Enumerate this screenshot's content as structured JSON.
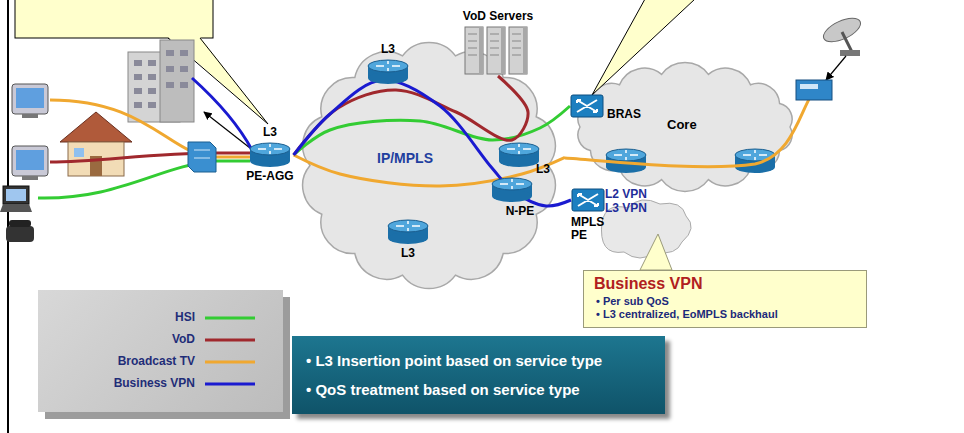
{
  "diagram": {
    "nodes": [
      {
        "text": [
          "VoD Servers"
        ]
      },
      {
        "text": [
          "IP/MPLS"
        ]
      },
      {
        "text": [
          "L3"
        ],
        "in": 1
      },
      {
        "text": [
          "L3",
          "PE-AGG"
        ]
      },
      {
        "text": [
          "Core"
        ]
      },
      {
        "text": [
          "BRAS"
        ],
        "in": 4
      },
      {
        "text": [
          "L3",
          "N-PE"
        ],
        "in": 1
      },
      {
        "text": [
          "L3"
        ],
        "in": 1
      },
      {
        "text": [
          "L2 VPN L3 VPN",
          "MPLS PE"
        ]
      },
      {
        "text": [
          "Business VPN",
          "• Per sub QoS",
          "• L3 centralized, EoMPLS backhaul"
        ]
      },
      {
        "text": [
          "• L3 Insertion point based on service type",
          "• QoS treatment based on service type"
        ]
      }
    ],
    "edges": [
      {
        "from": 3,
        "to": 5,
        "arrow": "none"
      },
      {
        "from": 3,
        "to": 0,
        "arrow": "none"
      },
      {
        "from": 3,
        "to": 4,
        "arrow": "none"
      },
      {
        "from": 3,
        "to": 8,
        "arrow": "none"
      }
    ],
    "legend": [
      {
        "text": "HSI",
        "color": "#33cc33"
      },
      {
        "text": "VoD",
        "color": "#a0282d"
      },
      {
        "text": "Broadcast TV",
        "color": "#f0a830"
      },
      {
        "text": "Business VPN",
        "color": "#1a1ad0"
      }
    ]
  }
}
